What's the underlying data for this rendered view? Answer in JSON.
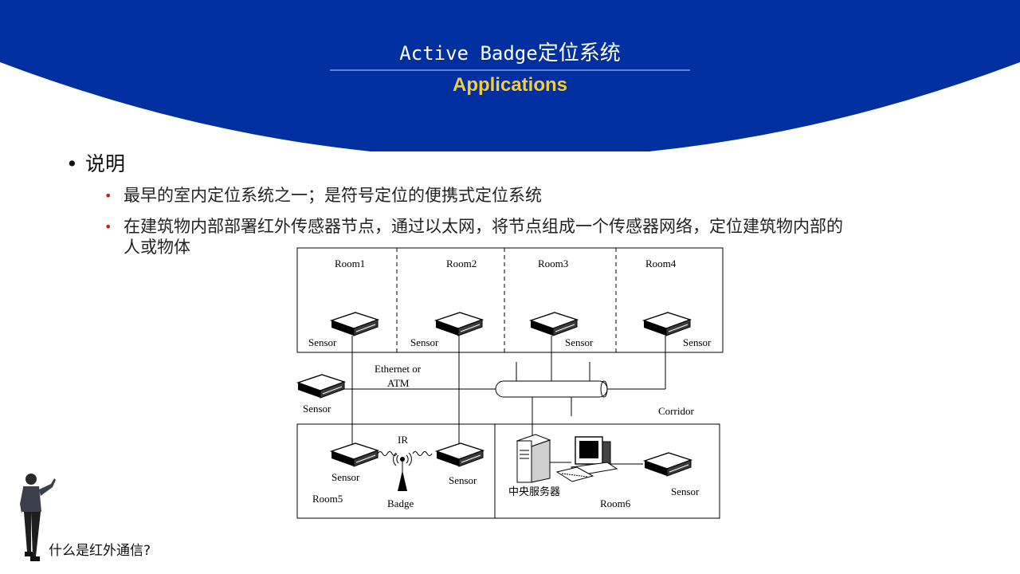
{
  "title": {
    "latin": "Active Badge",
    "cjk": "定位系统"
  },
  "subtitle": "Applications",
  "main_bullet": "说明",
  "sub_bullets": [
    "最早的室内定位系统之一；是符号定位的便携式定位系统",
    "在建筑物内部部署红外传感器节点，通过以太网，将节点组成一个传感器网络，定位建筑物内部的",
    "人或物体"
  ],
  "diagram": {
    "rooms": [
      "Room1",
      "Room2",
      "Room3",
      "Room4"
    ],
    "sensor": "Sensor",
    "network_line1": "Ethernet or",
    "network_line2": "ATM",
    "corridor": "Corridor",
    "ir": "IR",
    "room5": "Room5",
    "badge": "Badge",
    "server": "中央服务器",
    "room6": "Room6"
  },
  "caption": "什么是红外通信?",
  "colors": {
    "banner": "#0030a0",
    "subtitle": "#f5cc3c",
    "bullet_red": "#c0201a"
  }
}
